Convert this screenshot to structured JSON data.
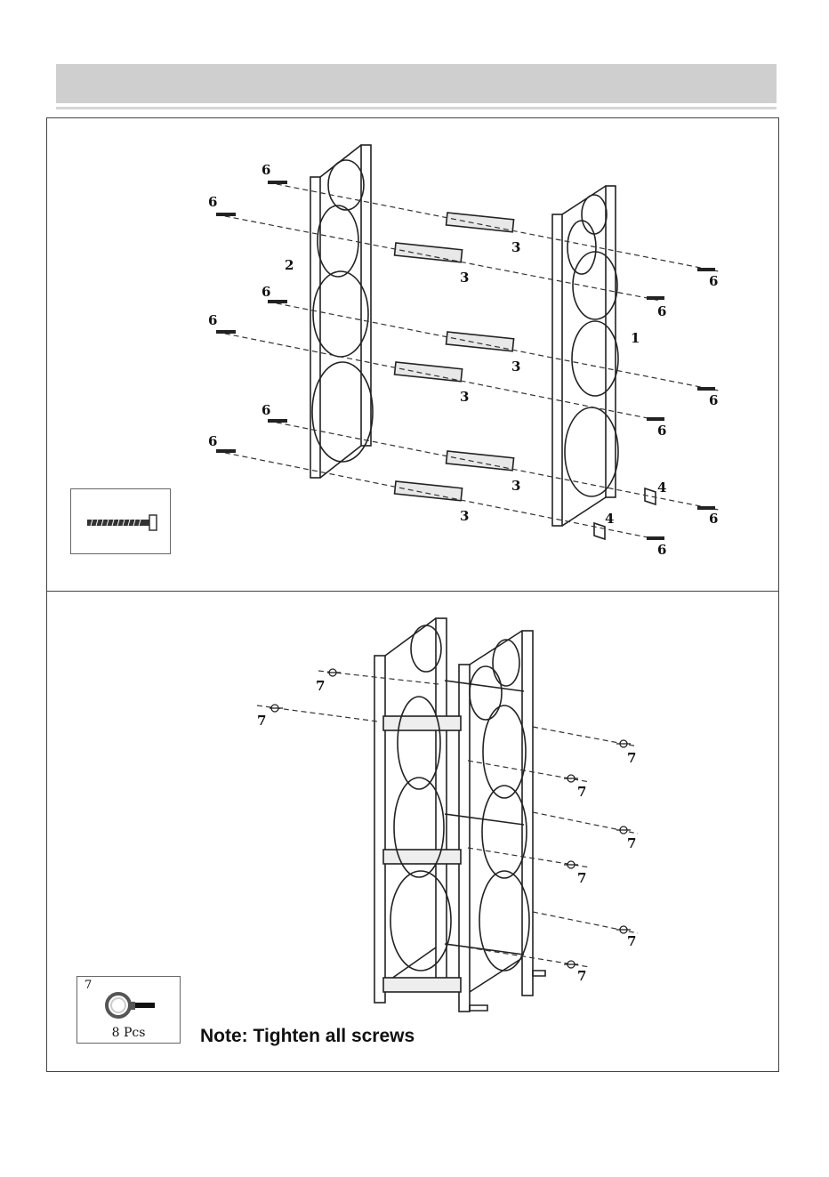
{
  "step1": {
    "labels": {
      "part_1": "1",
      "part_2": "2",
      "part_3": "3",
      "part_4": "4",
      "part_6": "6"
    }
  },
  "step2": {
    "labels": {
      "part_7": "7"
    },
    "hardware": {
      "number": "7",
      "quantity": "8 Pcs"
    },
    "note": "Note: Tighten all screws"
  }
}
